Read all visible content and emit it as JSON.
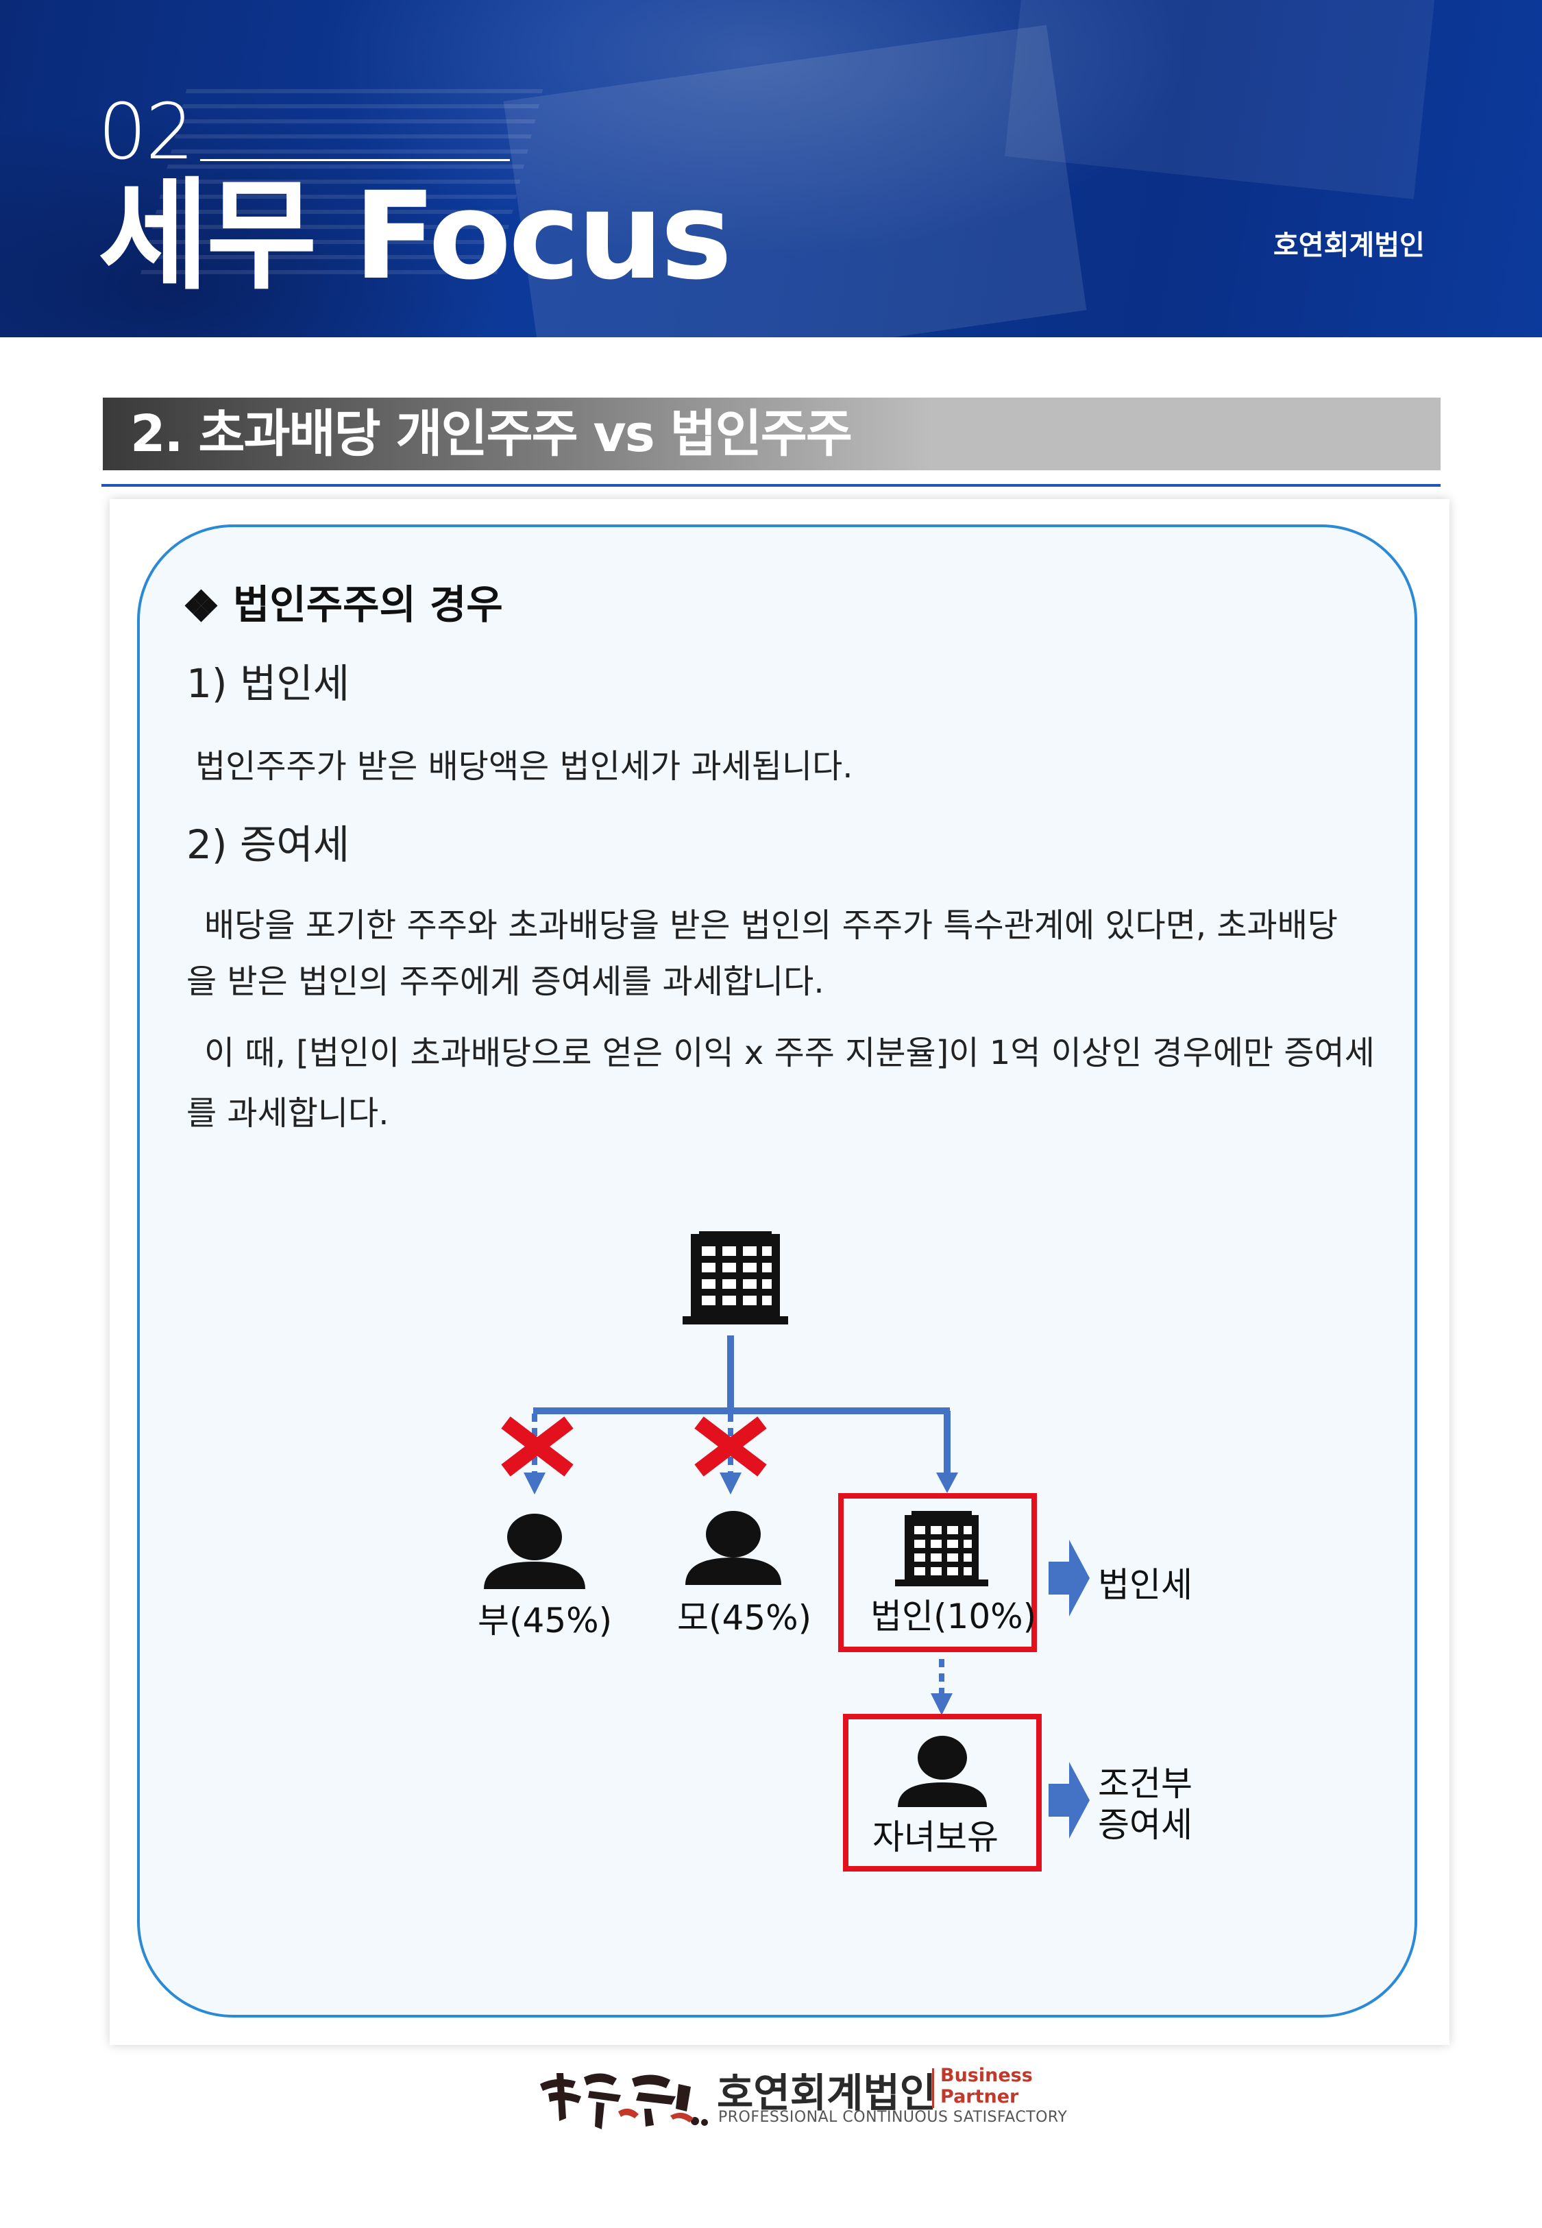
{
  "header": {
    "number": "02",
    "title": "세무 Focus",
    "firm": "호연회계법인"
  },
  "section": {
    "title": "2. 초과배당 개인주주 vs 법인주주"
  },
  "content": {
    "heading": "법인주주의 경우",
    "item1_title": "1)  법인세",
    "item1_text": "법인주주가 받은 배당액은 법인세가 과세됩니다.",
    "item2_title": "2)   증여세",
    "para1_line1": "배당을 포기한 주주와 초과배당을 받은 법인의 주주가 특수관계에 있다면, 초과배당",
    "para1_line2": "을 받은 법인의 주주에게 증여세를 과세합니다.",
    "para2_line1": "이 때, [법인이 초과배당으로 얻은 이익 x 주주 지분율]이 1억 이상인 경우에만 증여세",
    "para2_line2": "를 과세합니다."
  },
  "diagram": {
    "father": "부(45%)",
    "mother": "모(45%)",
    "corp": "법인(10%)",
    "child": "자녀보유",
    "tax_corp": "법인세",
    "tax_gift_line1": "조건부",
    "tax_gift_line2": "증여세",
    "colors": {
      "line": "#4472c4",
      "cross": "#e3111d",
      "box": "#e3111d"
    }
  },
  "footer": {
    "firm": "호연회계법인",
    "bp_line1": "Business",
    "bp_line2": "Partner",
    "tagline": "PROFESSIONAL CONTINUOUS SATISFACTORY"
  }
}
